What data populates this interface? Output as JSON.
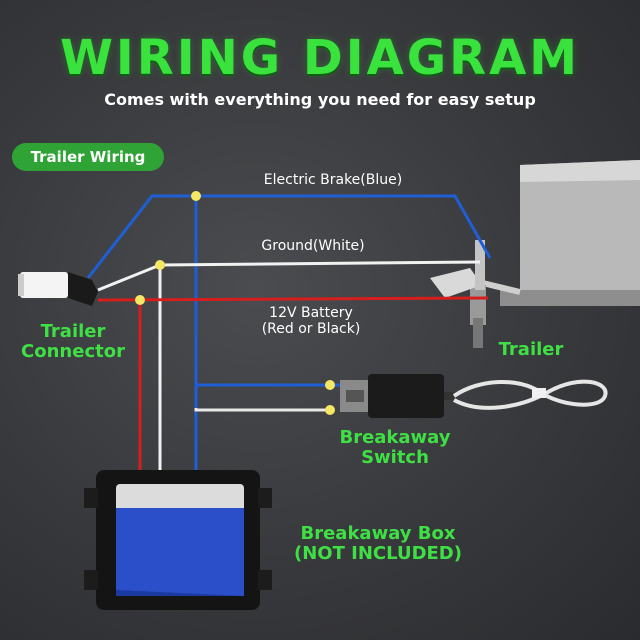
{
  "header": {
    "title": "WIRING  DIAGRAM",
    "subtitle": "Comes with everything you need for easy setup"
  },
  "badge": {
    "label": "Trailer Wiring"
  },
  "wires": {
    "brake": {
      "label": "Electric Brake(Blue)",
      "color": "#1e5fd6"
    },
    "ground": {
      "label": "Ground(White)",
      "color": "#f2f2f2"
    },
    "battery": {
      "label_line1": "12V Battery",
      "label_line2": "(Red or Black)",
      "color": "#d61e1e"
    }
  },
  "components": {
    "trailer_connector": {
      "line1": "Trailer",
      "line2": "Connector"
    },
    "trailer": {
      "label": "Trailer"
    },
    "breakaway_switch": {
      "line1": "Breakaway",
      "line2": "Switch"
    },
    "breakaway_box": {
      "line1": "Breakaway Box",
      "line2": "(NOT INCLUDED)"
    }
  },
  "colors": {
    "accent_green": "#39e23c",
    "junction": "#f5e663"
  }
}
